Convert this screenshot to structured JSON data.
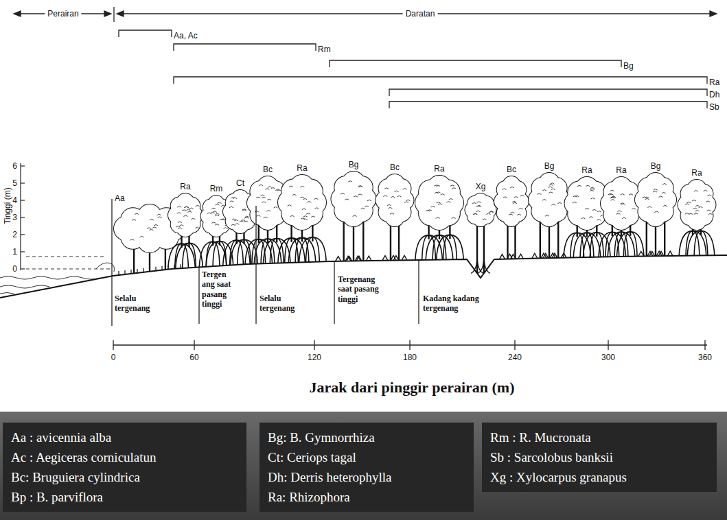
{
  "diagram": {
    "nodes": [
      {
        "text": [
          "Aa : avicennia alba",
          "Ac : Aegiceras corniculatun",
          "Bc: Bruguiera cylindrica",
          "Bp : B. parviflora"
        ]
      },
      {
        "text": [
          "Bg: B. Gymnorrhiza",
          "Ct: Ceriops tagal",
          "Dh: Derris heterophylla",
          "Ra: Rhizophora"
        ]
      },
      {
        "text": [
          "Rm : R. Mucronata",
          "Sb : Sarcolobus banksii",
          "Xg : Xylocarpus granapus"
        ]
      }
    ],
    "labels": [
      "Perairan",
      "Daratan",
      "Aa, Ac",
      "Rm",
      "Bg",
      "Ra",
      "Dh",
      "Sb",
      "Tinggi (m)",
      "6",
      "5",
      "4",
      "3",
      "2",
      "1",
      "0",
      "Aa",
      "Ra",
      "Rm",
      "Ct",
      "Bc",
      "Ra",
      "Bg",
      "Bc",
      "Ra",
      "Xg",
      "Bc",
      "Bg",
      "Ra",
      "Ra",
      "Bg",
      "Ra",
      "Selalu tergenang",
      "Tergen ang saat pasang tinggi",
      "Selalu tergenang",
      "Tergenang saat pasang tinggi",
      "Kadang kadang tergenang",
      "0",
      "60",
      "120",
      "180",
      "240",
      "300",
      "360",
      "Jarak dari pinggir perairan (m)"
    ]
  }
}
